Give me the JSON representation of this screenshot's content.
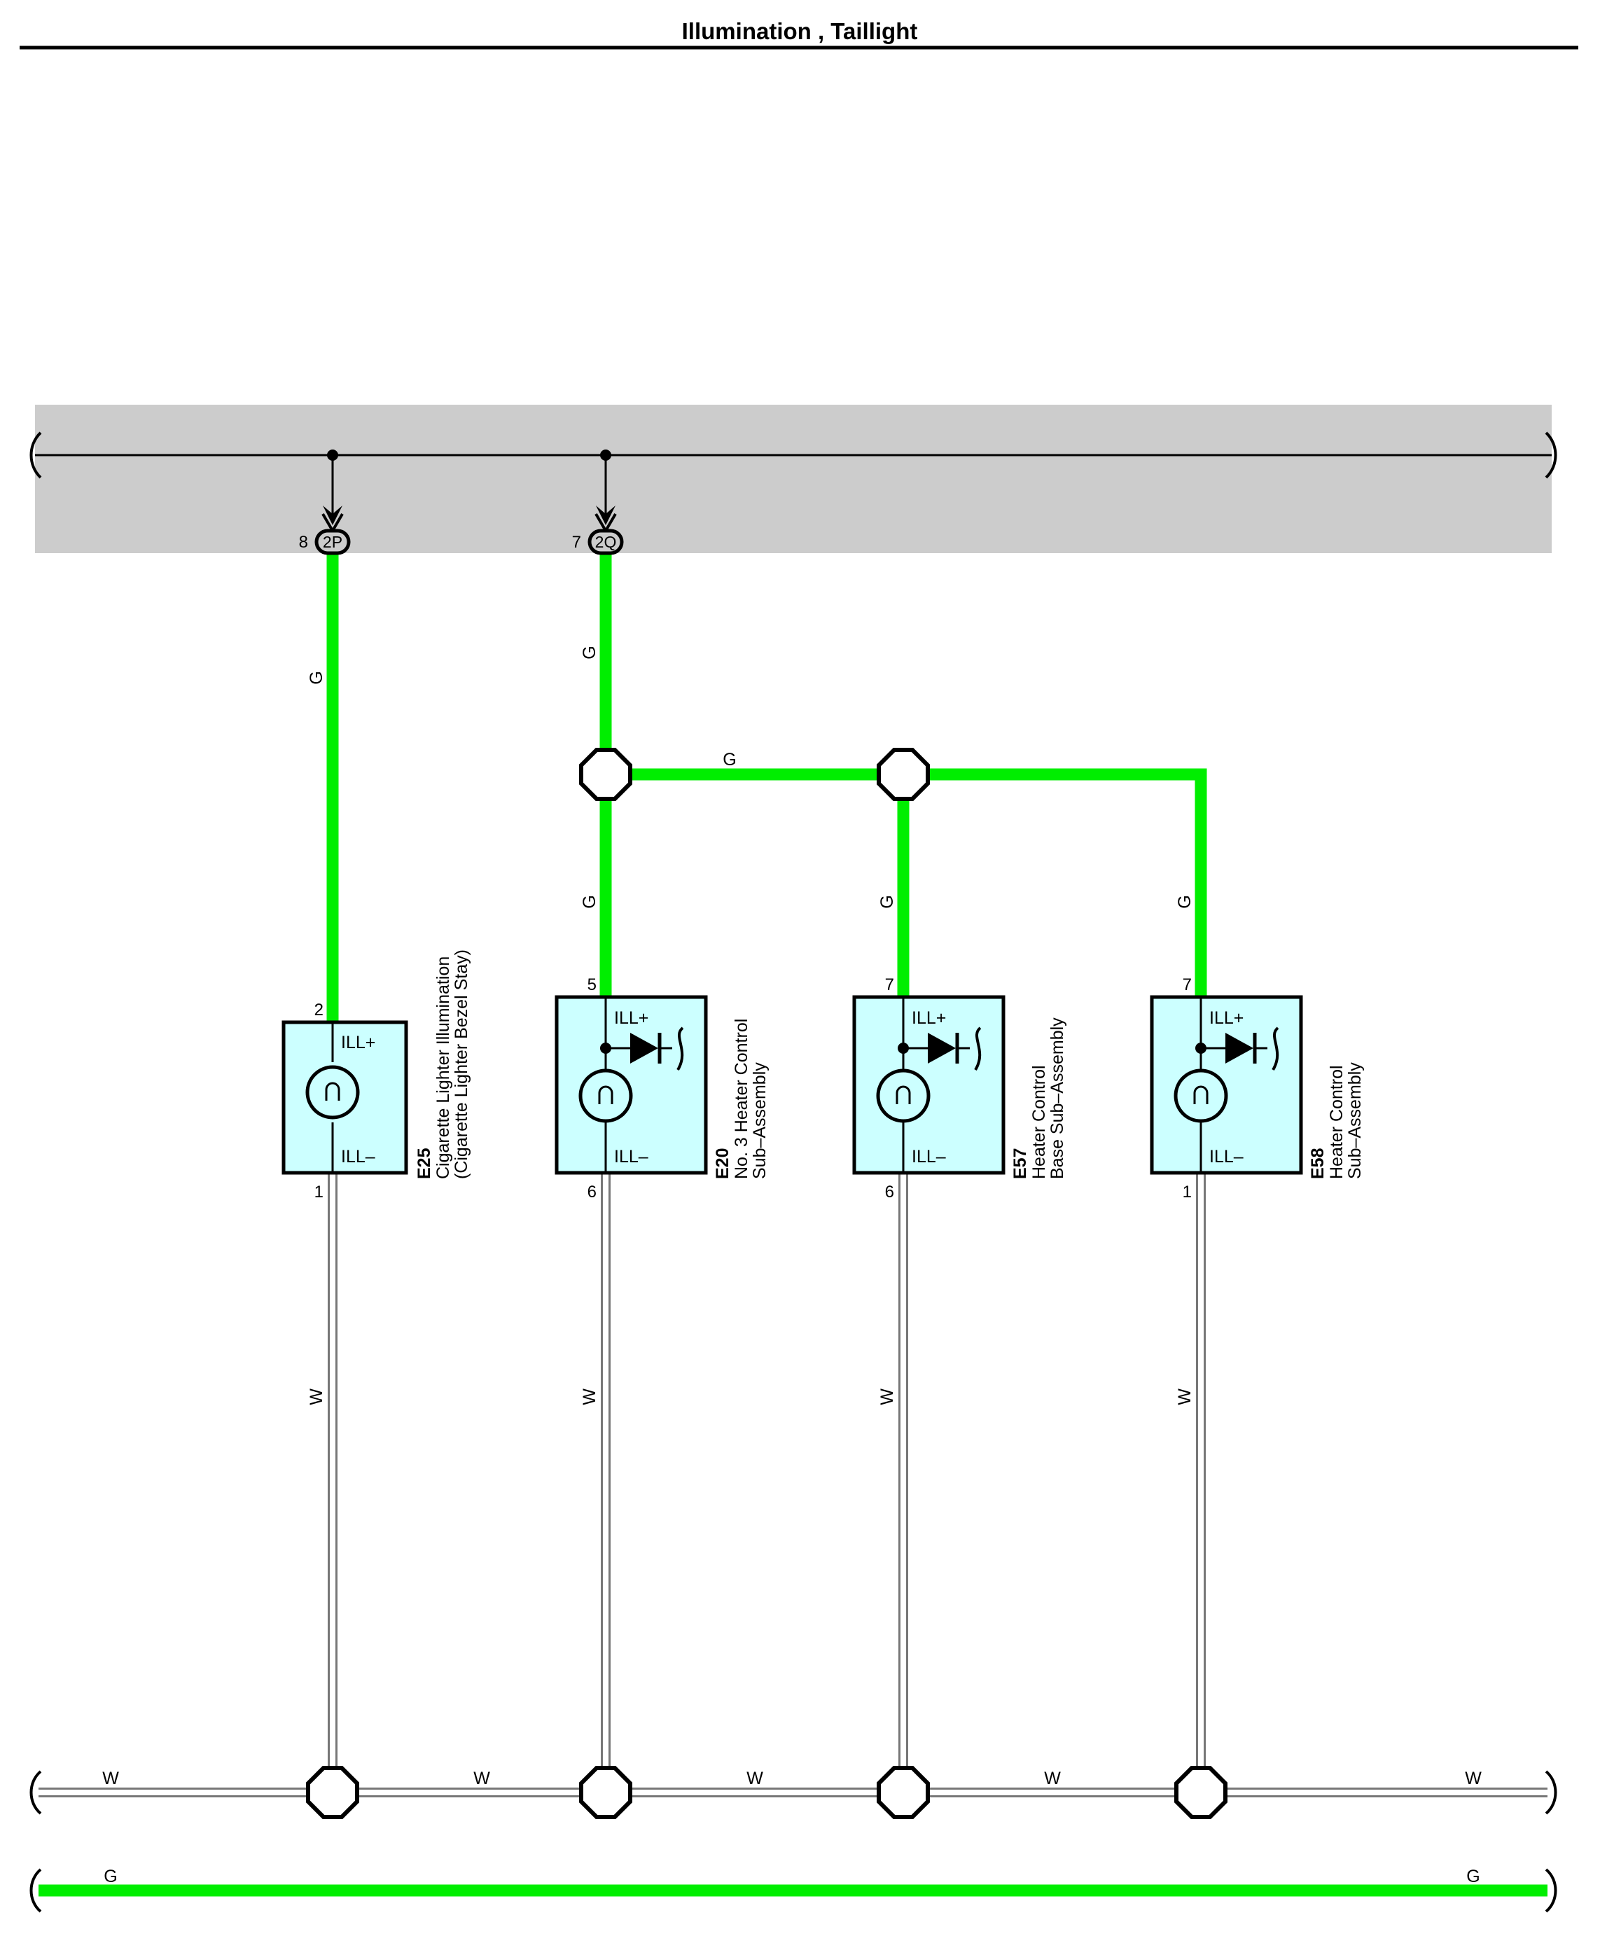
{
  "title": "Illumination , Taillight",
  "colors": {
    "green_wire": "#00ee00",
    "white_wire": "#ffffff",
    "box_fill": "#ccffff",
    "band": "#cccccc"
  },
  "top_connectors": [
    {
      "pin": "8",
      "tag": "2P"
    },
    {
      "pin": "7",
      "tag": "2Q"
    }
  ],
  "wire_labels": {
    "g": "G",
    "w": "W"
  },
  "components": [
    {
      "id": "E25",
      "name_line1": "Cigarette Lighter Illumination",
      "name_line2": "(Cigarette Lighter Bezel Stay)",
      "pin_top": "2",
      "pin_bottom": "1",
      "term_top": "ILL+",
      "term_bottom": "ILL–",
      "diode": false
    },
    {
      "id": "E20",
      "name_line1": "No. 3 Heater Control",
      "name_line2": "Sub–Assembly",
      "pin_top": "5",
      "pin_bottom": "6",
      "term_top": "ILL+",
      "term_bottom": "ILL–",
      "diode": true
    },
    {
      "id": "E57",
      "name_line1": "Heater Control",
      "name_line2": "Base Sub–Assembly",
      "pin_top": "7",
      "pin_bottom": "6",
      "term_top": "ILL+",
      "term_bottom": "ILL–",
      "diode": true
    },
    {
      "id": "E58",
      "name_line1": "Heater Control",
      "name_line2": "Sub–Assembly",
      "pin_top": "7",
      "pin_bottom": "1",
      "term_top": "ILL+",
      "term_bottom": "ILL–",
      "diode": true
    }
  ]
}
